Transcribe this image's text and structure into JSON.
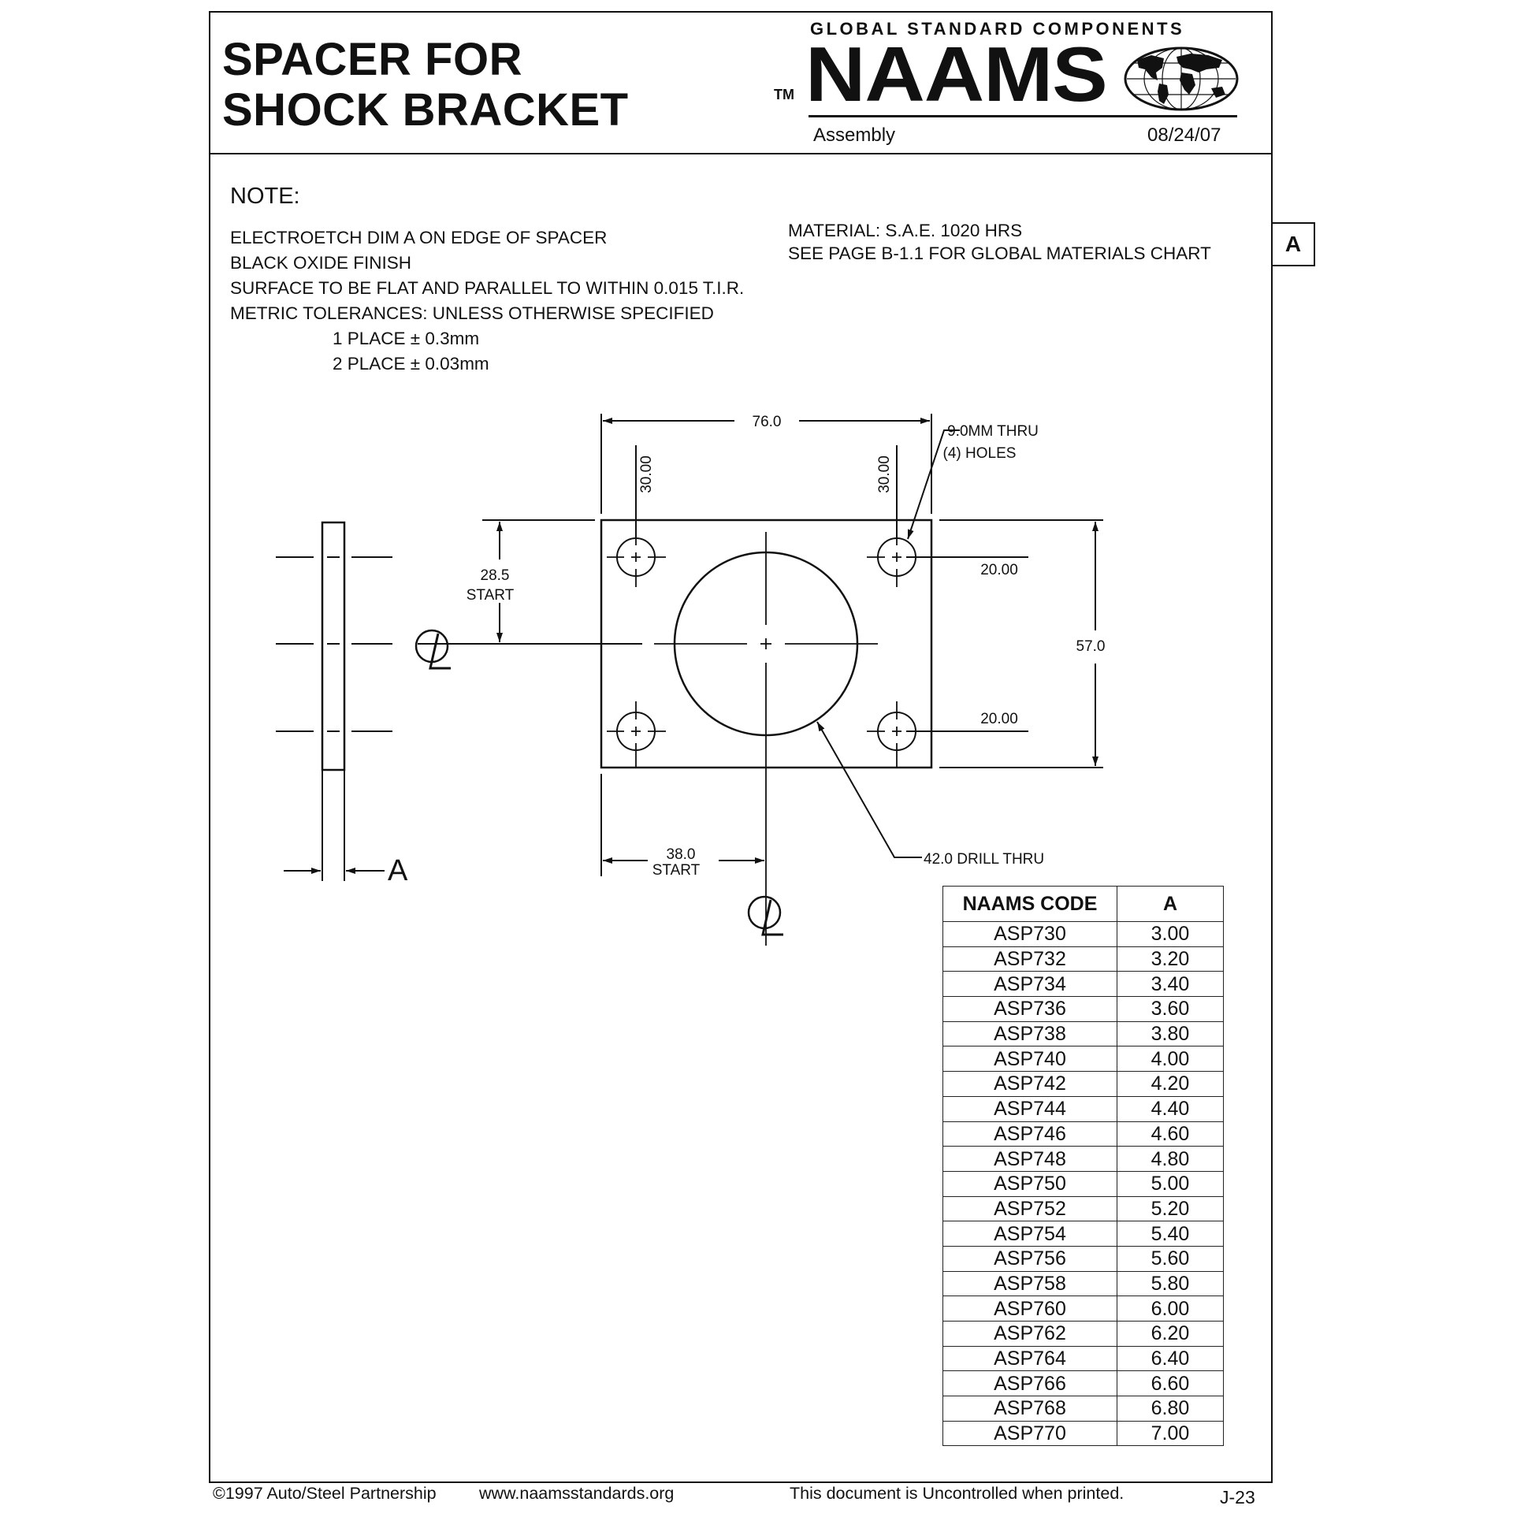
{
  "title": {
    "line1": "SPACER FOR",
    "line2": "SHOCK BRACKET"
  },
  "brand": {
    "tagline": "GLOBAL STANDARD COMPONENTS",
    "tm": "TM",
    "name": "NAAMS",
    "doc_type": "Assembly",
    "date": "08/24/07"
  },
  "notes": {
    "heading": "NOTE:",
    "lines": [
      "ELECTROETCH DIM A ON EDGE OF SPACER",
      "BLACK OXIDE FINISH",
      "SURFACE TO BE FLAT AND PARALLEL TO WITHIN 0.015 T.I.R.",
      "METRIC TOLERANCES: UNLESS OTHERWISE SPECIFIED",
      "1 PLACE ± 0.3mm",
      "2 PLACE ± 0.03mm"
    ],
    "material": "MATERIAL: S.A.E. 1020 HRS",
    "materials_ref": "SEE PAGE B-1.1 FOR GLOBAL MATERIALS CHART"
  },
  "section_tab": "A",
  "drawing": {
    "width_dim": "76.0",
    "hole_offset_left": "30.00",
    "hole_offset_right": "30.00",
    "hole_callout_1": "9.0MM THRU",
    "hole_callout_2": "(4) HOLES",
    "start_y_value": "28.5",
    "start_y_label": "START",
    "hole_spacing_top": "20.00",
    "hole_spacing_bottom": "20.00",
    "height_dim": "57.0",
    "start_x_value": "38.0",
    "start_x_label": "START",
    "drill_callout": "42.0 DRILL THRU",
    "thickness_label": "A",
    "centerline_symbol": "CL"
  },
  "table": {
    "headers": [
      "NAAMS CODE",
      "A"
    ],
    "rows": [
      [
        "ASP730",
        "3.00"
      ],
      [
        "ASP732",
        "3.20"
      ],
      [
        "ASP734",
        "3.40"
      ],
      [
        "ASP736",
        "3.60"
      ],
      [
        "ASP738",
        "3.80"
      ],
      [
        "ASP740",
        "4.00"
      ],
      [
        "ASP742",
        "4.20"
      ],
      [
        "ASP744",
        "4.40"
      ],
      [
        "ASP746",
        "4.60"
      ],
      [
        "ASP748",
        "4.80"
      ],
      [
        "ASP750",
        "5.00"
      ],
      [
        "ASP752",
        "5.20"
      ],
      [
        "ASP754",
        "5.40"
      ],
      [
        "ASP756",
        "5.60"
      ],
      [
        "ASP758",
        "5.80"
      ],
      [
        "ASP760",
        "6.00"
      ],
      [
        "ASP762",
        "6.20"
      ],
      [
        "ASP764",
        "6.40"
      ],
      [
        "ASP766",
        "6.60"
      ],
      [
        "ASP768",
        "6.80"
      ],
      [
        "ASP770",
        "7.00"
      ]
    ]
  },
  "footer": {
    "copyright": "©1997 Auto/Steel Partnership",
    "website": "www.naamsstandards.org",
    "disclaimer": "This document is Uncontrolled when printed.",
    "page": "J-23"
  }
}
